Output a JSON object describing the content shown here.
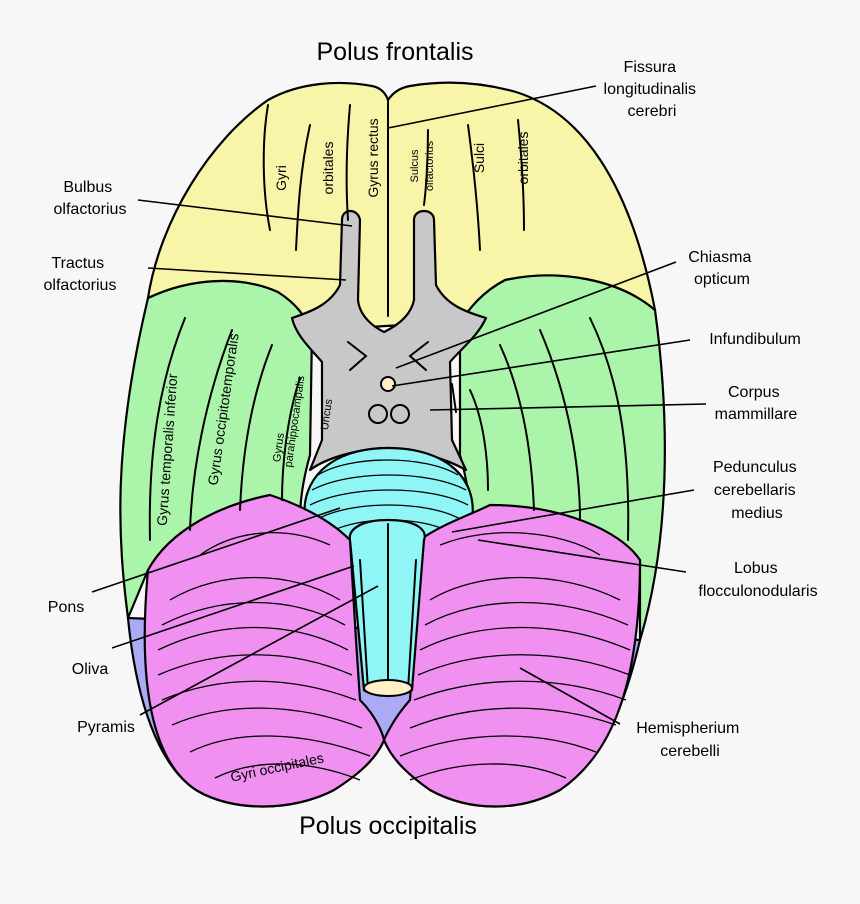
{
  "titles": {
    "top": "Polus frontalis",
    "bottom": "Polus occipitalis"
  },
  "labels_left": {
    "bulbus": [
      "Bulbus",
      "olfactorius"
    ],
    "tractus": [
      "Tractus",
      "olfactorius"
    ],
    "pons": "Pons",
    "oliva": "Oliva",
    "pyramis": "Pyramis"
  },
  "labels_right": {
    "fissura": [
      "Fissura",
      "longitudinalis",
      "cerebri"
    ],
    "chiasma": [
      "Chiasma",
      "opticum"
    ],
    "infundibulum": "Infundibulum",
    "corpus": [
      "Corpus",
      "mammillare"
    ],
    "pedunculus": [
      "Pedunculus",
      "cerebellaris",
      "medius"
    ],
    "lobus": [
      "Lobus",
      "flocculonodularis"
    ],
    "hemispherium": [
      "Hemispherium",
      "cerebelli"
    ]
  },
  "labels_inside": {
    "gyri": "Gyri",
    "orbitales_left": "orbitales",
    "gyrus_rectus": "Gyrus rectus",
    "sulcus": "Sulcus",
    "olfactorius": "olfactorius",
    "sulci": "Sulci",
    "orbitales_right": "orbitales",
    "gyrus_temporalis_inferior": "Gyrus temporalis inferior",
    "gyrus_occipitotemporalis": "Gyrus occipitotemporalis",
    "gyrus": "Gyrus",
    "parahippocampalis": "parahippocampalis",
    "uncus": "Uncus",
    "gyri_occipitales": "Gyri occipitales"
  },
  "colors": {
    "frontal": "#f8f5a8",
    "temporal": "#aaf5aa",
    "occipital": "#aaaaf5",
    "cerebellum": "#f090f0",
    "brainstem": "#90f5f5",
    "base": "#c8c8c8",
    "cut": "#fff0c8",
    "background": "#f7f7f7"
  }
}
